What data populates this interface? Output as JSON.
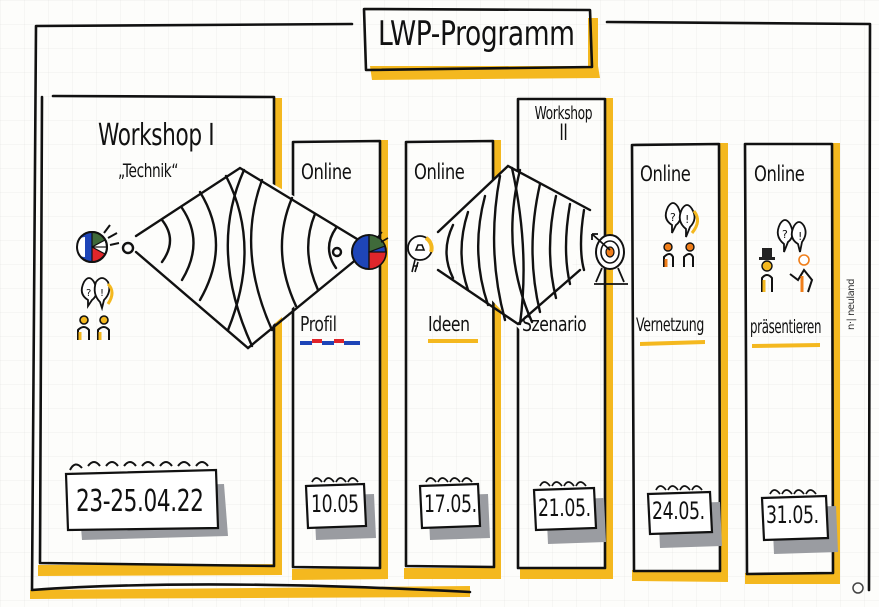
{
  "title": "LWP-Programm",
  "colors": {
    "ink": "#111111",
    "highlight": "#f4b81f",
    "shadow": "#8e9196",
    "blue": "#1e45b8",
    "red": "#e0262b",
    "green": "#3f6a3a",
    "orange": "#f07e1a",
    "paper": "#fdfdfb"
  },
  "sessions": [
    {
      "type": "Workshop I",
      "subtitle": "„Technik“",
      "topic": "",
      "date": "23-25.04.22",
      "icons": [
        "pie-chart-icon",
        "people-question-exclamation-icon"
      ]
    },
    {
      "type": "Online",
      "subtitle": "",
      "topic": "Profil",
      "date": "10.05",
      "icons": [
        "pie-chart-icon"
      ]
    },
    {
      "type": "Online",
      "subtitle": "",
      "topic": "Ideen",
      "date": "17.05.",
      "icons": [
        "lightbulb-icon"
      ]
    },
    {
      "type": "Workshop",
      "subtitle": "II",
      "topic": "Szenario",
      "date": "21.05.",
      "icons": [
        "target-icon"
      ]
    },
    {
      "type": "Online",
      "subtitle": "",
      "topic": "Vernetzung",
      "date": "24.05.",
      "icons": [
        "people-question-exclamation-icon"
      ]
    },
    {
      "type": "Online",
      "subtitle": "",
      "topic": "präsentieren",
      "date": "31.05.",
      "icons": [
        "presenter-audience-icon"
      ]
    }
  ],
  "brand": "n·| neuland"
}
